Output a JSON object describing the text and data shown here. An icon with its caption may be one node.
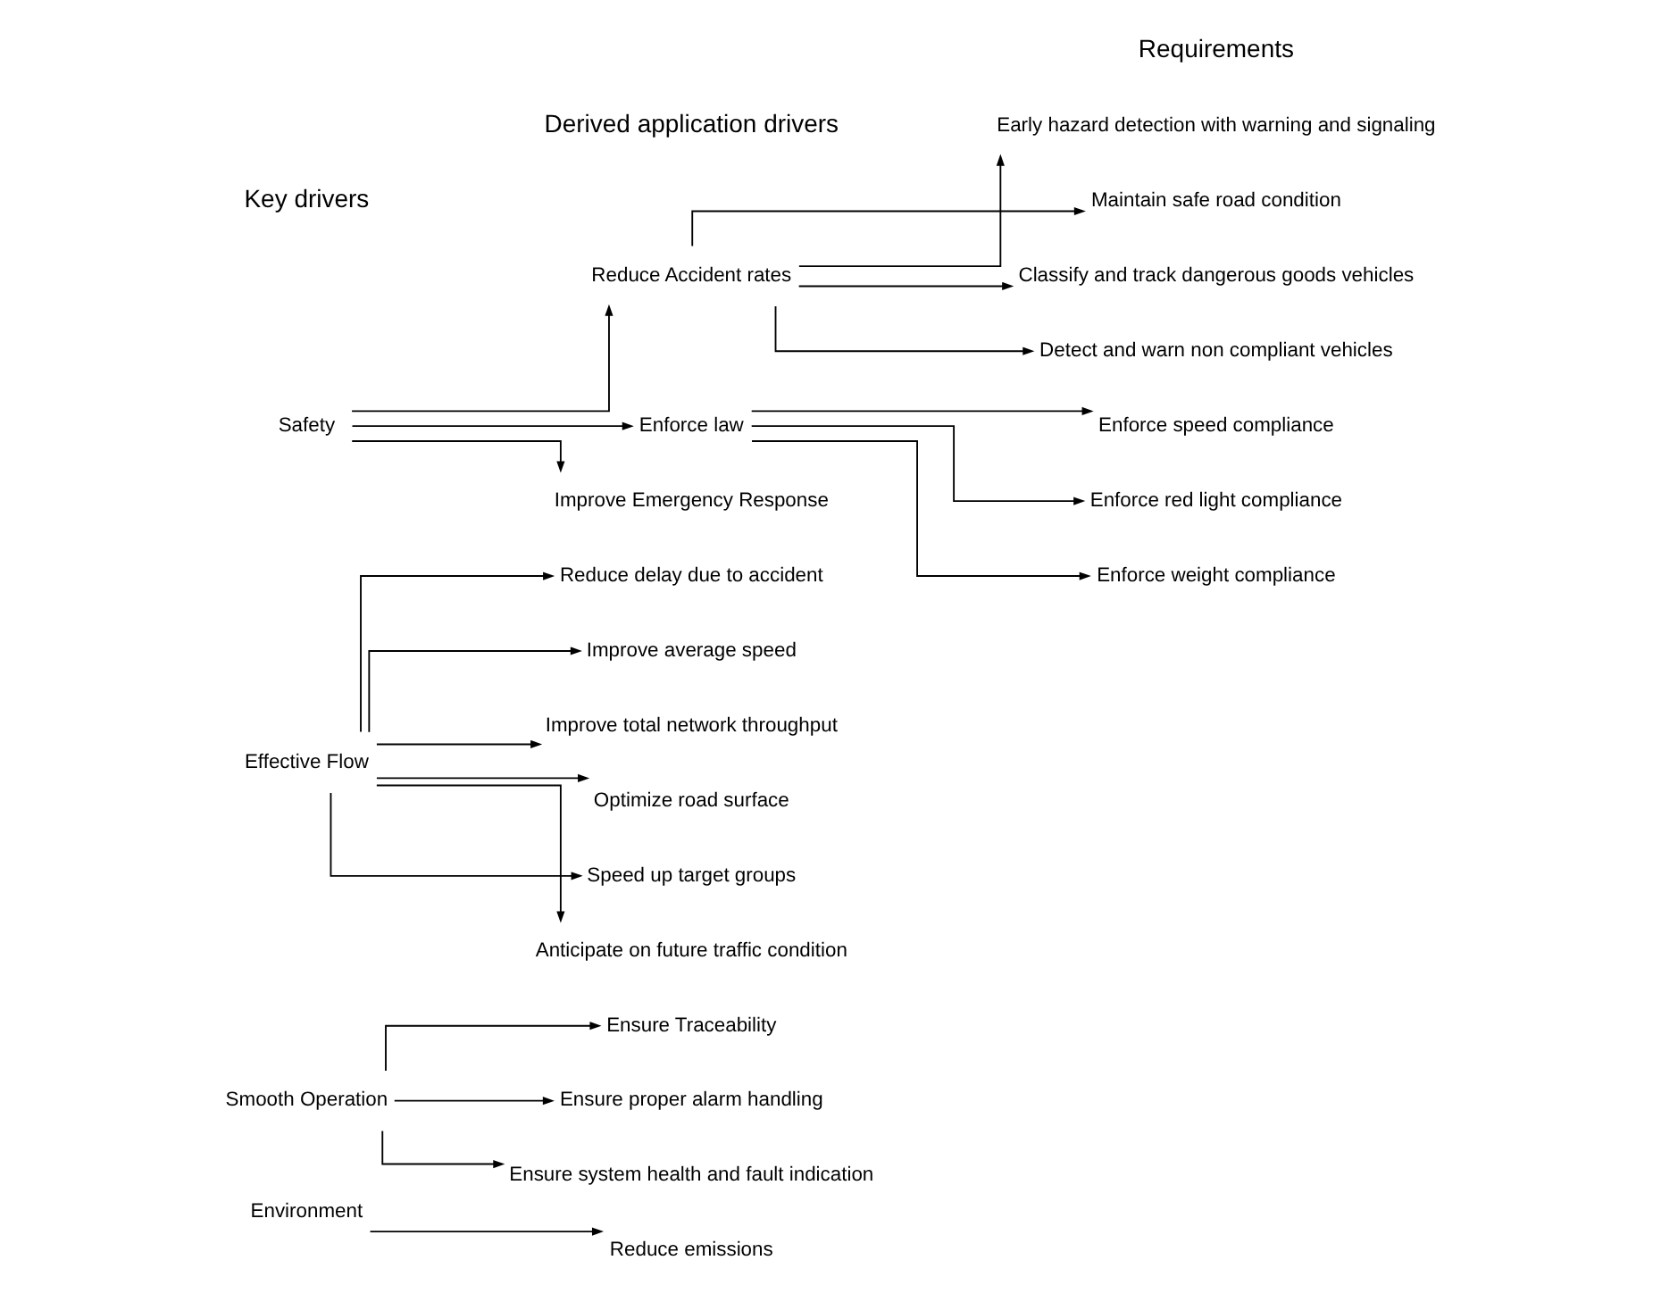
{
  "diagram": {
    "nodes": [
      {
        "text": [
          "Safety"
        ]
      },
      {
        "text": [
          "Reduce Accident rates"
        ]
      },
      {
        "text": [
          "Enforce law"
        ]
      },
      {
        "text": [
          "Improve Emergency Response"
        ]
      },
      {
        "text": [
          "Early hazard detection with warning and signaling"
        ]
      },
      {
        "text": [
          "Maintain safe road condition"
        ]
      },
      {
        "text": [
          "Classify and track dangerous goods vehicles"
        ]
      },
      {
        "text": [
          "Detect and warn non compliant vehicles"
        ]
      },
      {
        "text": [
          "Enforce speed compliance"
        ]
      },
      {
        "text": [
          "Enforce red light compliance"
        ]
      },
      {
        "text": [
          "Enforce weight compliance"
        ]
      },
      {
        "text": [
          "Effective Flow"
        ]
      },
      {
        "text": [
          "Reduce delay due to accident"
        ]
      },
      {
        "text": [
          "Improve average speed"
        ]
      },
      {
        "text": [
          "Improve total network throughput"
        ]
      },
      {
        "text": [
          "Optimize road surface"
        ]
      },
      {
        "text": [
          "Speed up target groups"
        ]
      },
      {
        "text": [
          "Anticipate on future traffic condition"
        ]
      },
      {
        "text": [
          "Smooth Operation"
        ]
      },
      {
        "text": [
          "Ensure Traceability"
        ]
      },
      {
        "text": [
          "Ensure proper alarm handling"
        ]
      },
      {
        "text": [
          "Ensure system health and fault indication"
        ]
      },
      {
        "text": [
          "Environment"
        ]
      },
      {
        "text": [
          "Reduce emissions"
        ]
      }
    ],
    "edges": [
      {
        "from": 0,
        "to": 1,
        "arrow": "to"
      },
      {
        "from": 0,
        "to": 2,
        "arrow": "to"
      },
      {
        "from": 0,
        "to": 3,
        "arrow": "to"
      },
      {
        "from": 1,
        "to": 4,
        "arrow": "to"
      },
      {
        "from": 1,
        "to": 5,
        "arrow": "to"
      },
      {
        "from": 1,
        "to": 6,
        "arrow": "to"
      },
      {
        "from": 1,
        "to": 7,
        "arrow": "to"
      },
      {
        "from": 2,
        "to": 8,
        "arrow": "to"
      },
      {
        "from": 2,
        "to": 9,
        "arrow": "to"
      },
      {
        "from": 2,
        "to": 10,
        "arrow": "to"
      },
      {
        "from": 11,
        "to": 12,
        "arrow": "to"
      },
      {
        "from": 11,
        "to": 13,
        "arrow": "to"
      },
      {
        "from": 11,
        "to": 14,
        "arrow": "to"
      },
      {
        "from": 11,
        "to": 15,
        "arrow": "to"
      },
      {
        "from": 11,
        "to": 16,
        "arrow": "to"
      },
      {
        "from": 11,
        "to": 17,
        "arrow": "to"
      },
      {
        "from": 18,
        "to": 19,
        "arrow": "to"
      },
      {
        "from": 18,
        "to": 20,
        "arrow": "to"
      },
      {
        "from": 18,
        "to": 21,
        "arrow": "to"
      },
      {
        "from": 22,
        "to": 23,
        "arrow": "to"
      }
    ],
    "labels": [
      "Key drivers",
      "Derived application drivers",
      "Requirements"
    ]
  }
}
